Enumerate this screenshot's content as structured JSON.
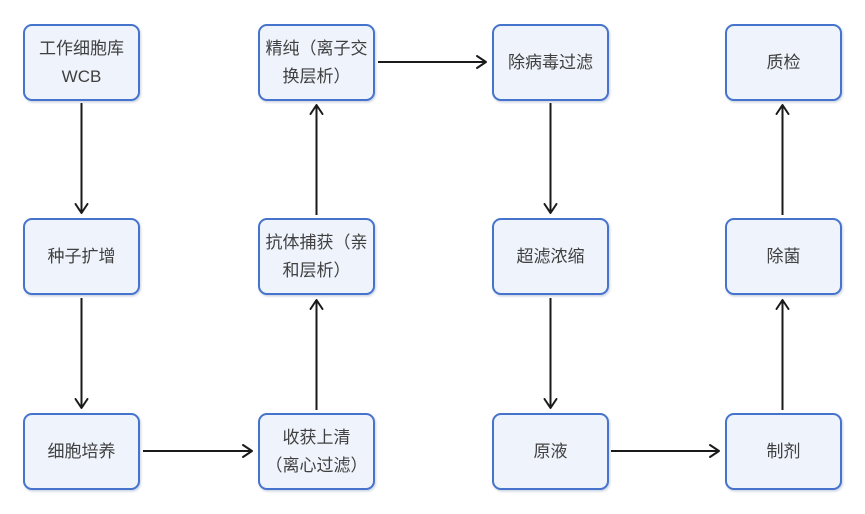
{
  "diagram": {
    "type": "flowchart",
    "nodes": [
      {
        "id": "wcb",
        "label": "工作细胞库\nWCB"
      },
      {
        "id": "seed-expansion",
        "label": "种子扩增"
      },
      {
        "id": "cell-culture",
        "label": "细胞培养"
      },
      {
        "id": "polishing",
        "label": "精纯（离子交\n换层析）"
      },
      {
        "id": "antibody-capture",
        "label": "抗体捕获（亲\n和层析）"
      },
      {
        "id": "harvest",
        "label": "收获上清\n（离心过滤）"
      },
      {
        "id": "viral-filtration",
        "label": "除病毒过滤"
      },
      {
        "id": "uf-concentration",
        "label": "超滤浓缩"
      },
      {
        "id": "bulk-solution",
        "label": "原液"
      },
      {
        "id": "quality-control",
        "label": "质检"
      },
      {
        "id": "sterile-filtration",
        "label": "除菌"
      },
      {
        "id": "formulation",
        "label": "制剂"
      }
    ],
    "edges": [
      {
        "from": "wcb",
        "to": "seed-expansion"
      },
      {
        "from": "seed-expansion",
        "to": "cell-culture"
      },
      {
        "from": "cell-culture",
        "to": "harvest"
      },
      {
        "from": "harvest",
        "to": "antibody-capture"
      },
      {
        "from": "antibody-capture",
        "to": "polishing"
      },
      {
        "from": "polishing",
        "to": "viral-filtration"
      },
      {
        "from": "viral-filtration",
        "to": "uf-concentration"
      },
      {
        "from": "uf-concentration",
        "to": "bulk-solution"
      },
      {
        "from": "bulk-solution",
        "to": "formulation"
      },
      {
        "from": "formulation",
        "to": "sterile-filtration"
      },
      {
        "from": "sterile-filtration",
        "to": "quality-control"
      }
    ],
    "colors": {
      "node_border": "#4673cc",
      "node_fill": "#eff4fc",
      "node_text": "#404040",
      "arrow": "#1a1a1a",
      "background": "#ffffff"
    }
  }
}
